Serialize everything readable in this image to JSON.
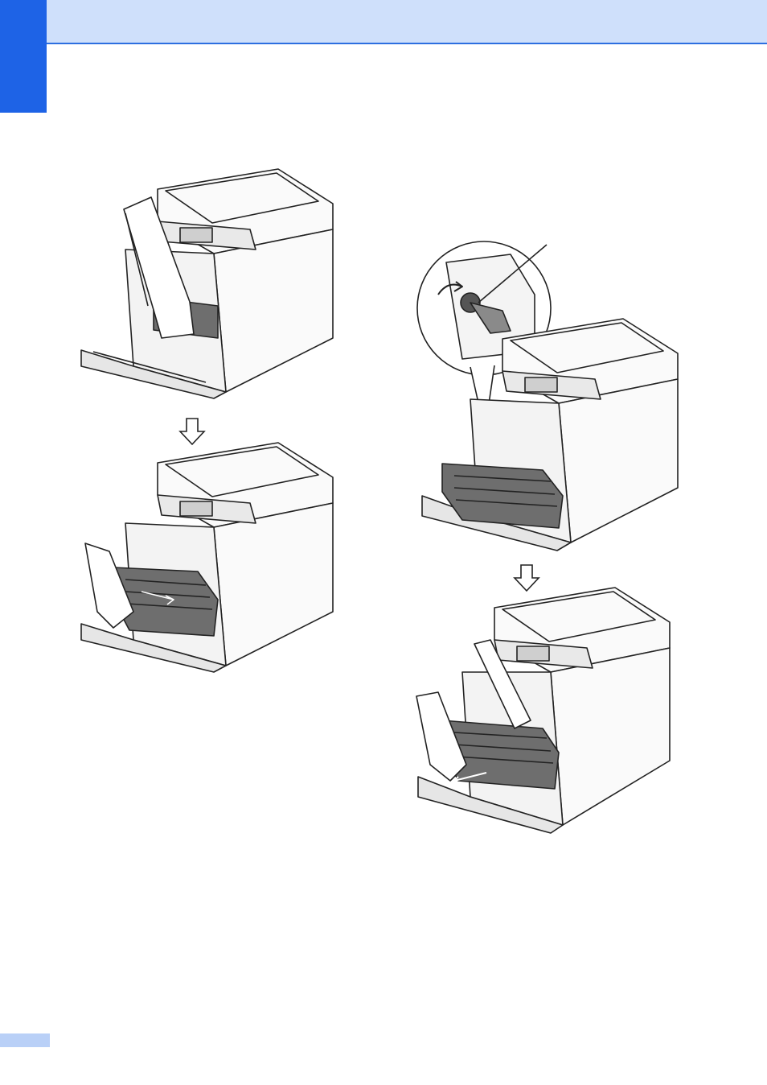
{
  "header": {
    "band_color": "#cfe0fb",
    "rule_color": "#2d6fe0",
    "tab_color": "#1e63e6"
  },
  "footer": {
    "page_box_color": "#b9d0f7"
  },
  "illustrations": [
    {
      "name": "printer-front-cover-open",
      "icon": "printer-icon"
    },
    {
      "name": "printer-drum-pull-out",
      "icon": "printer-icon"
    },
    {
      "name": "printer-lock-lever-detail",
      "icon": "printer-icon"
    },
    {
      "name": "printer-drum-remove",
      "icon": "printer-icon"
    }
  ],
  "arrows": [
    {
      "name": "down-arrow",
      "icon": "down-arrow-icon"
    },
    {
      "name": "down-arrow",
      "icon": "down-arrow-icon"
    }
  ]
}
